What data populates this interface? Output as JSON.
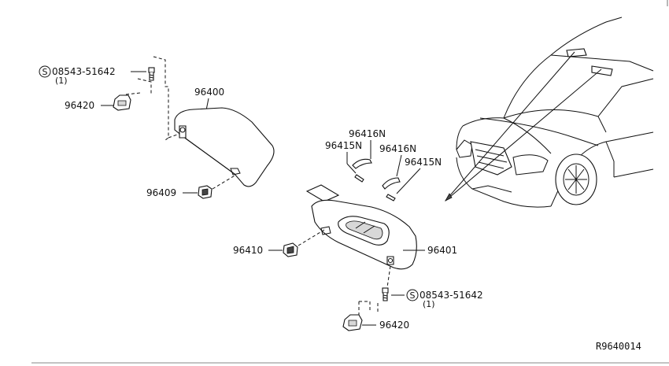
{
  "labels": {
    "screw_top": "08543-51642",
    "screw_top_qty": "(1)",
    "pivot_top": "96420",
    "visor_rh": "96400",
    "clip_rh": "96409",
    "cover_a": "96416N",
    "holder_a": "96415N",
    "cover_b": "96416N",
    "holder_b": "96415N",
    "clip_lh": "96410",
    "visor_lh": "96401",
    "screw_bottom": "08543-51642",
    "screw_bottom_qty": "(1)",
    "pivot_bottom": "96420",
    "screw_symbol": "S"
  },
  "footer": {
    "ref_code": "R9640014"
  }
}
